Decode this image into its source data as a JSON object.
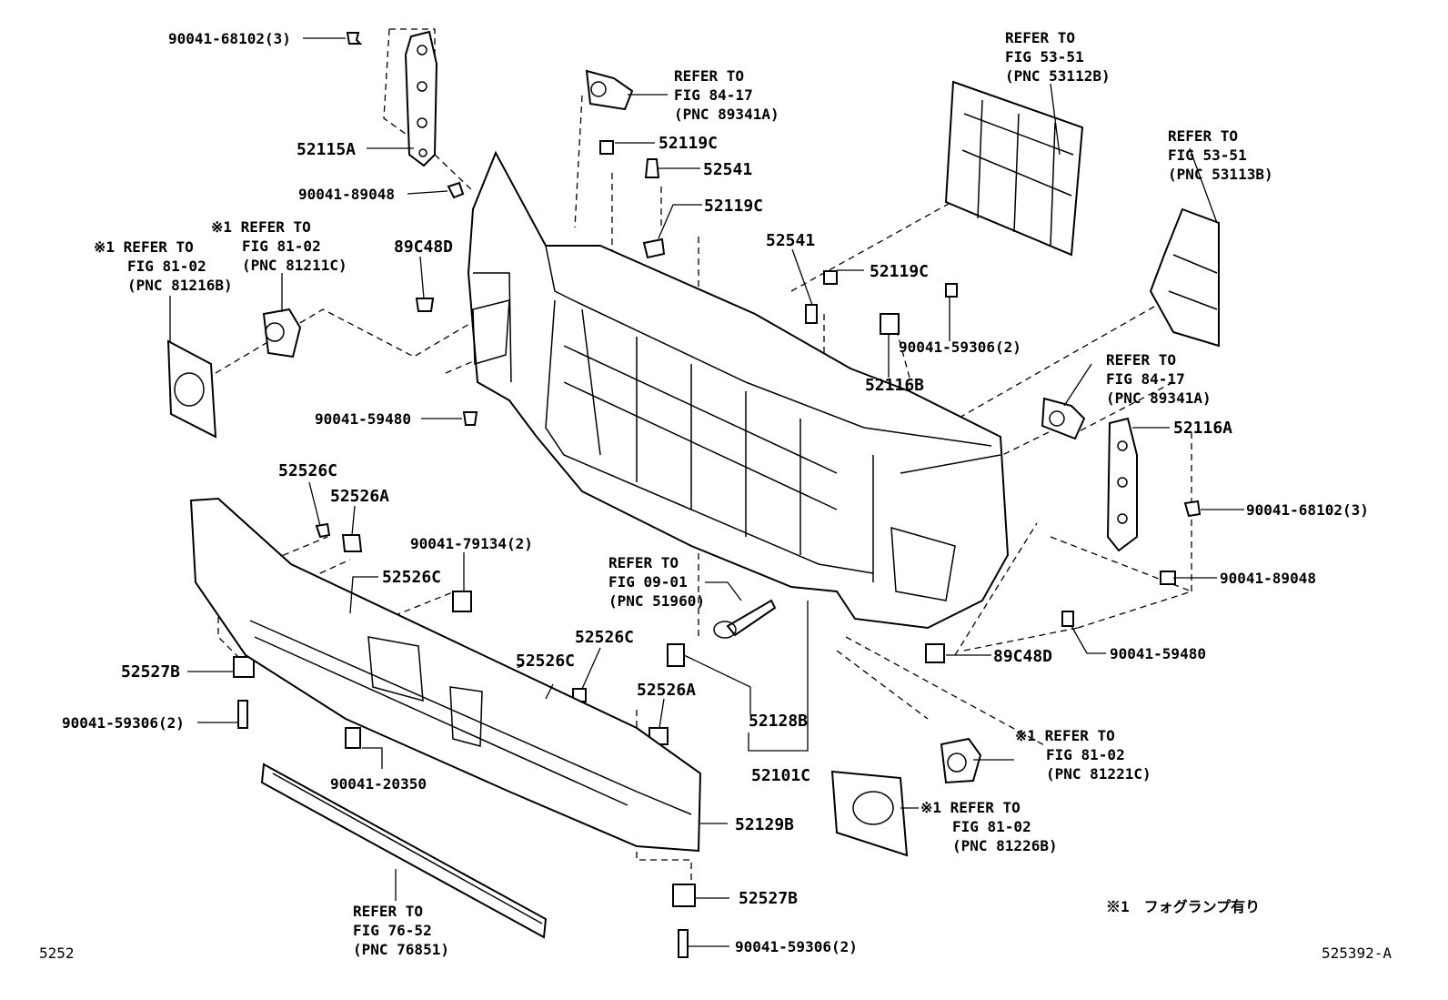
{
  "labels": {
    "c9004168102_top": "90041-68102(3)",
    "c52115A": "52115A",
    "c9004189048_left": "90041-89048",
    "c89C48D_left": "89C48D",
    "c9004159480_left": "90041-59480",
    "c52119C_1": "52119C",
    "c52541_1": "52541",
    "c52119C_2": "52119C",
    "c52541_2": "52541",
    "c52119C_3": "52119C",
    "c9004159306_mid": "90041-59306(2)",
    "c52116B": "52116B",
    "c52116A": "52116A",
    "c9004168102_right": "90041-68102(3)",
    "c9004189048_right": "90041-89048",
    "c9004159480_right": "90041-59480",
    "c89C48D_right": "89C48D",
    "c52526C_1": "52526C",
    "c52526A_1": "52526A",
    "c9004179134": "90041-79134(2)",
    "c52526C_2": "52526C",
    "c52527B_left": "52527B",
    "c9004159306_left": "90041-59306(2)",
    "c9004120350": "90041-20350",
    "c52526C_3": "52526C",
    "c52526C_4": "52526C",
    "c52526A_2": "52526A",
    "c52128B": "52128B",
    "c52101C": "52101C",
    "c52129B": "52129B",
    "c52527B_bottom": "52527B",
    "c9004159306_bottom": "90041-59306(2)"
  },
  "refs": {
    "r8934_top": [
      "REFER TO",
      "FIG 84-17",
      "(PNC 89341A)"
    ],
    "r53112B": [
      "REFER TO",
      "FIG 53-51",
      "(PNC 53112B)"
    ],
    "r53113B": [
      "REFER TO",
      "FIG 53-51",
      "(PNC 53113B)"
    ],
    "r81216B": [
      "※1 REFER TO",
      "FIG 81-02",
      "(PNC 81216B)"
    ],
    "r81211C": [
      "※1 REFER TO",
      "FIG 81-02",
      "(PNC 81211C)"
    ],
    "r8934_right": [
      "REFER TO",
      "FIG 84-17",
      "(PNC 89341A)"
    ],
    "r51960": [
      "REFER TO",
      "FIG 09-01",
      "(PNC 51960)"
    ],
    "r81221C": [
      "※1 REFER TO",
      "FIG 81-02",
      "(PNC 81221C)"
    ],
    "r81226B": [
      "※1 REFER TO",
      "FIG 81-02",
      "(PNC 81226B)"
    ],
    "r76851": [
      "REFER TO",
      "FIG 76-52",
      "(PNC 76851)"
    ]
  },
  "footnote": "※1　フォグランプ有り",
  "corner_left": "5252",
  "corner_right": "525392-A"
}
